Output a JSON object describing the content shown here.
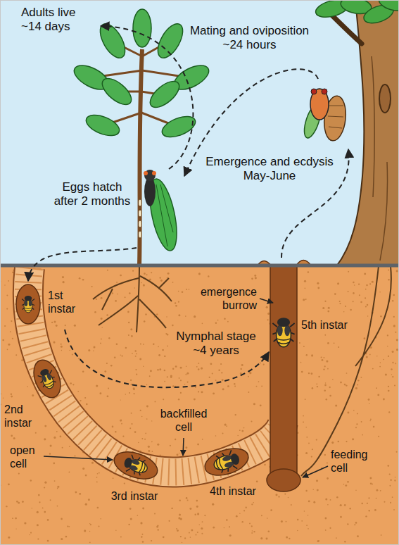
{
  "diagram": {
    "labels": [
      "Adults live ~14 days",
      "Mating and oviposition ~24 hours",
      "Eggs hatch after 2 months",
      "Emergence and ecdysis May-June",
      "1st instar",
      "emergence burrow",
      "5th instar",
      "Nymphal stage ~4 years",
      "2nd instar",
      "backfilled cell",
      "open cell",
      "feeding cell",
      "3rd instar",
      "4th instar"
    ]
  }
}
